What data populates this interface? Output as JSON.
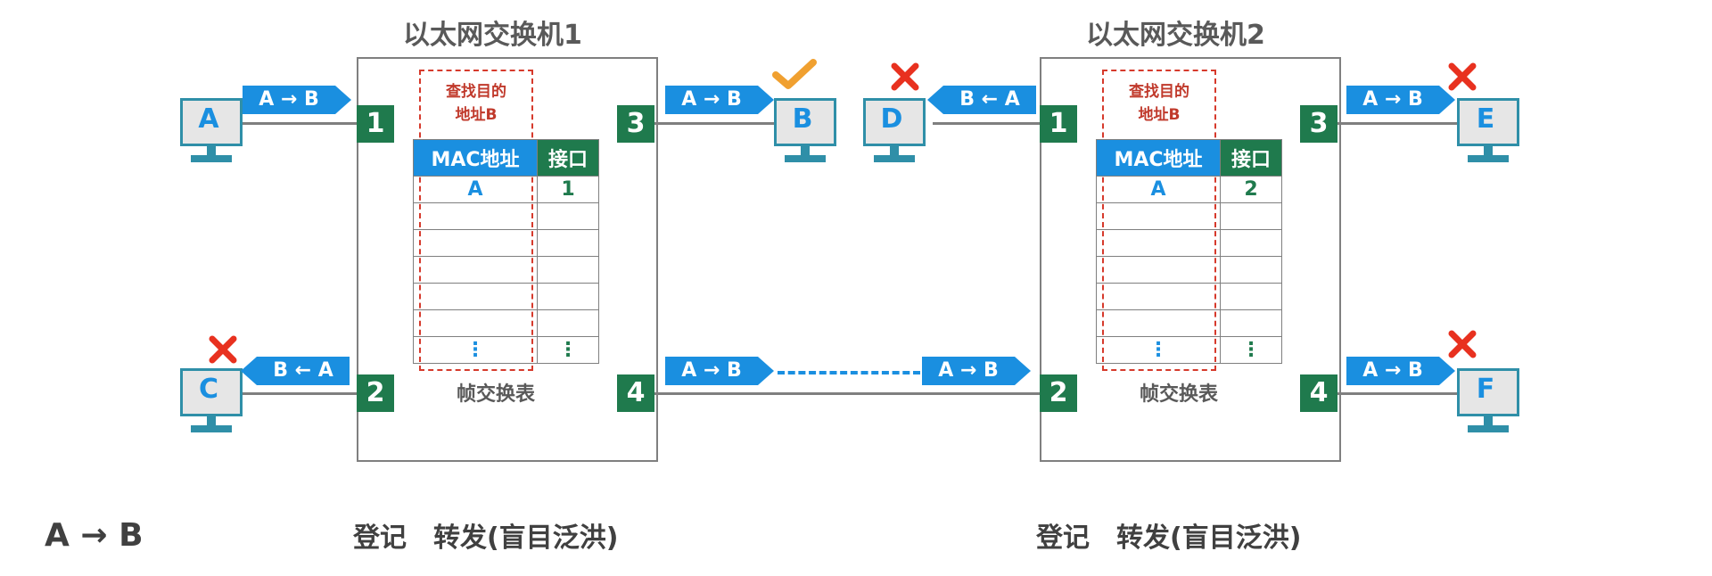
{
  "switches": [
    {
      "title": "以太网交换机1",
      "ports": [
        "1",
        "2",
        "3",
        "4"
      ],
      "lookup_note": [
        "查找目的",
        "地址B"
      ],
      "table": {
        "headers": [
          "MAC地址",
          "接口"
        ],
        "rows": [
          [
            "A",
            "1"
          ]
        ],
        "ellipsis": [
          "⋮",
          "⋮"
        ]
      },
      "table_caption": "帧交换表"
    },
    {
      "title": "以太网交换机2",
      "ports": [
        "1",
        "2",
        "3",
        "4"
      ],
      "lookup_note": [
        "查找目的",
        "地址B"
      ],
      "table": {
        "headers": [
          "MAC地址",
          "接口"
        ],
        "rows": [
          [
            "A",
            "2"
          ]
        ],
        "ellipsis": [
          "⋮",
          "⋮"
        ]
      },
      "table_caption": "帧交换表"
    }
  ],
  "hosts": [
    "A",
    "B",
    "C",
    "D",
    "E",
    "F"
  ],
  "frames": {
    "a_to_b": "A → B",
    "b_from_a": "B ← A"
  },
  "bottom": {
    "legend": "A → B",
    "switch1_label": "登记　转发(盲目泛洪)",
    "switch2_label": "登记　转发(盲目泛洪)"
  },
  "colors": {
    "port_green": "#1f7a4d",
    "frame_blue": "#1a8fe0",
    "check_orange": "#f0a030",
    "cross_red": "#e8311f",
    "lookup_red": "#d63a2c"
  },
  "icons": {
    "accept": "check-icon",
    "discard": "cross-icon"
  }
}
